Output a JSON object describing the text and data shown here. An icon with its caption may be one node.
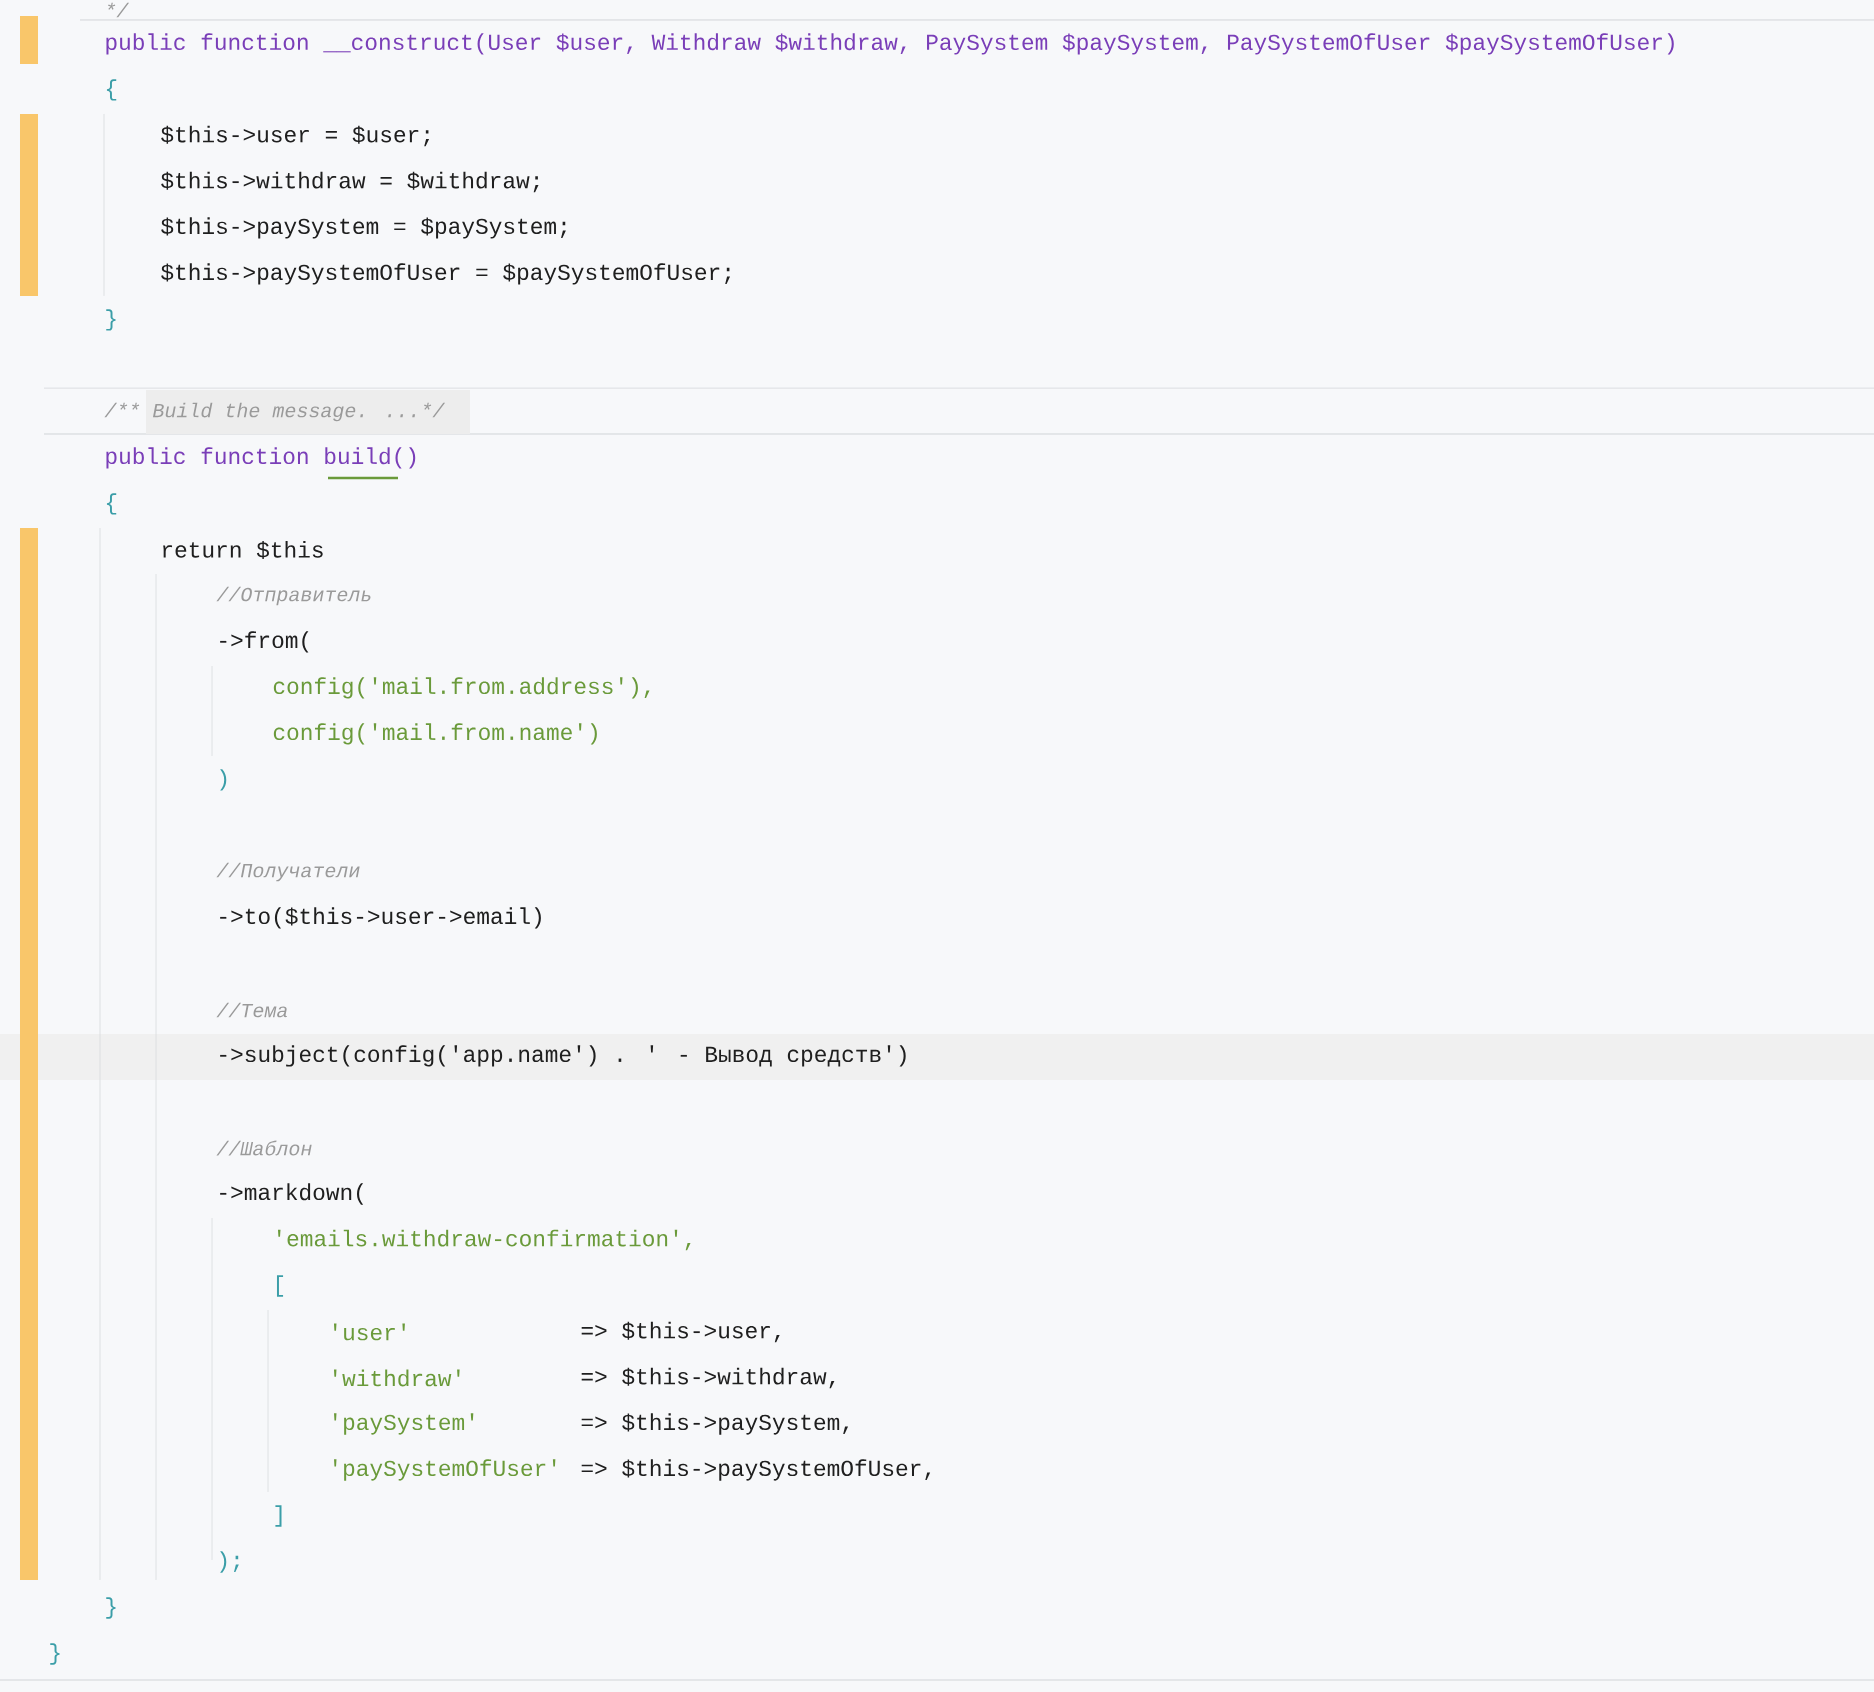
{
  "diagram": {
    "labels": [
      "*/",
      "public function __construct(User $user, Withdraw $withdraw, PaySystem $paySystem, PaySystemOfUser $paySystemOfUser)",
      "{",
      "$this->user = $user;",
      "$this->withdraw = $withdraw;",
      "$this->paySystem = $paySystem;",
      "$this->paySystemOfUser = $paySystemOfUser;",
      "}",
      "/** Build the message. ...*/",
      "public function build()",
      "{",
      "return $this",
      "//Отправитель",
      "->from(",
      "config('mail.from.address'),",
      "config('mail.from.name')",
      ")",
      "//Получатели",
      "->to($this->user->email)",
      "//Тема",
      "->subject(config('app.name') . ' - Вывод средств')",
      "//Шаблон",
      "->markdown(",
      "'emails.withdraw-confirmation',",
      "[",
      "'user'",
      "=> $this->user,",
      "'withdraw'",
      "=> $this->withdraw,",
      "'paySystem'",
      "=> $this->paySystem,",
      "'paySystemOfUser'",
      "=> $this->paySystemOfUser,",
      "]",
      ");",
      "}",
      "}"
    ]
  }
}
